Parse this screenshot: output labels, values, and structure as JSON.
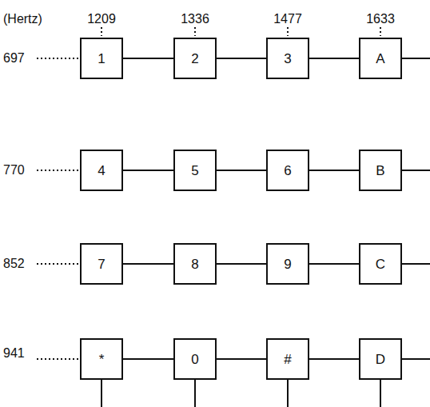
{
  "diagram": {
    "nodes": [
      {
        "text": [
          "1"
        ]
      },
      {
        "text": [
          "2"
        ]
      },
      {
        "text": [
          "3"
        ]
      },
      {
        "text": [
          "A"
        ]
      },
      {
        "text": [
          "4"
        ]
      },
      {
        "text": [
          "5"
        ]
      },
      {
        "text": [
          "6"
        ]
      },
      {
        "text": [
          "B"
        ]
      },
      {
        "text": [
          "7"
        ]
      },
      {
        "text": [
          "8"
        ]
      },
      {
        "text": [
          "9"
        ]
      },
      {
        "text": [
          "C"
        ]
      },
      {
        "text": [
          "*"
        ]
      },
      {
        "text": [
          "0"
        ]
      },
      {
        "text": [
          "#"
        ]
      },
      {
        "text": [
          "D"
        ]
      }
    ],
    "edges": [
      {
        "from": 0,
        "to": 1,
        "arrow": "none"
      },
      {
        "from": 1,
        "to": 2,
        "arrow": "none"
      },
      {
        "from": 2,
        "to": 3,
        "arrow": "none"
      },
      {
        "from": 4,
        "to": 5,
        "arrow": "none"
      },
      {
        "from": 5,
        "to": 6,
        "arrow": "none"
      },
      {
        "from": 6,
        "to": 7,
        "arrow": "none"
      },
      {
        "from": 8,
        "to": 9,
        "arrow": "none"
      },
      {
        "from": 9,
        "to": 10,
        "arrow": "none"
      },
      {
        "from": 10,
        "to": 11,
        "arrow": "none"
      },
      {
        "from": 12,
        "to": 13,
        "arrow": "none"
      },
      {
        "from": 13,
        "to": 14,
        "arrow": "none"
      },
      {
        "from": 14,
        "to": 15,
        "arrow": "none"
      }
    ],
    "labels": [
      "(Hertz)",
      "1209",
      "1336",
      "1477",
      "1633",
      "697",
      "770",
      "852",
      "941"
    ]
  }
}
